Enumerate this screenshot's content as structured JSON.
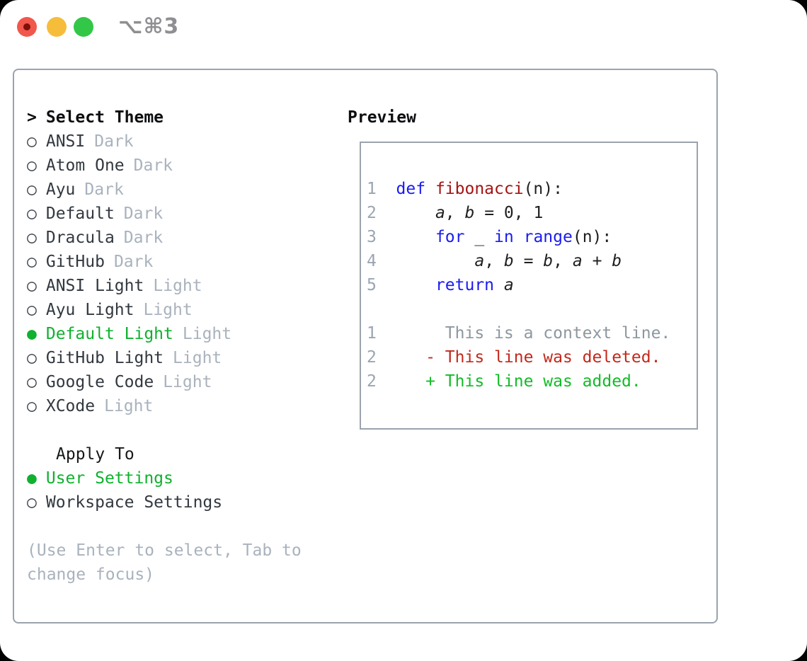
{
  "window": {
    "title": "⌥⌘3",
    "traffic_lights": {
      "close_color": "#F2574B",
      "close_dot_color": "#7E100B",
      "minimize_color": "#F6BD3B",
      "zoom_color": "#33C748"
    }
  },
  "theme_list": {
    "pointer": ">",
    "title": "Select Theme",
    "items": [
      {
        "bullet": "○",
        "name": "ANSI",
        "tag": "Dark",
        "selected": false,
        "row_class": "trow"
      },
      {
        "bullet": "○",
        "name": "Atom One",
        "tag": "Dark",
        "selected": false,
        "row_class": "trow"
      },
      {
        "bullet": "○",
        "name": "Ayu",
        "tag": "Dark",
        "selected": false,
        "row_class": "trow"
      },
      {
        "bullet": "○",
        "name": "Default",
        "tag": "Dark",
        "selected": false,
        "row_class": "trow"
      },
      {
        "bullet": "○",
        "name": "Dracula",
        "tag": "Dark",
        "selected": false,
        "row_class": "trow"
      },
      {
        "bullet": "○",
        "name": "GitHub",
        "tag": "Dark",
        "selected": false,
        "row_class": "trow"
      },
      {
        "bullet": "○",
        "name": "ANSI Light",
        "tag": "Light",
        "selected": false,
        "row_class": "trow"
      },
      {
        "bullet": "○",
        "name": "Ayu Light",
        "tag": "Light",
        "selected": false,
        "row_class": "trow"
      },
      {
        "bullet": "●",
        "name": "Default Light",
        "tag": "Light",
        "selected": true,
        "row_class": "trow sel"
      },
      {
        "bullet": "○",
        "name": "GitHub Light",
        "tag": "Light",
        "selected": false,
        "row_class": "trow"
      },
      {
        "bullet": "○",
        "name": "Google Code",
        "tag": "Light",
        "selected": false,
        "row_class": "trow"
      },
      {
        "bullet": "○",
        "name": "XCode",
        "tag": "Light",
        "selected": false,
        "row_class": "trow"
      }
    ]
  },
  "apply_to": {
    "title": "Apply To",
    "options": [
      {
        "bullet": "●",
        "name": "User Settings",
        "selected": true,
        "row_class": "trow sel"
      },
      {
        "bullet": "○",
        "name": "Workspace Settings",
        "selected": false,
        "row_class": "trow"
      }
    ]
  },
  "hint": {
    "line1": "(Use Enter to select, Tab to",
    "line2": "change focus)"
  },
  "preview": {
    "title": "Preview",
    "lines": [
      {
        "segs": [
          {
            "t": "1  "
          },
          {
            "t": "def "
          },
          {
            "t": "fibonacci"
          },
          {
            "t": "(n):"
          }
        ]
      },
      {
        "segs": [
          {
            "t": "2  "
          },
          {
            "t": "    "
          },
          {
            "t": "a"
          },
          {
            "t": ", "
          },
          {
            "t": "b"
          },
          {
            "t": " = 0, 1"
          }
        ]
      },
      {
        "segs": [
          {
            "t": "3  "
          },
          {
            "t": "    "
          },
          {
            "t": "for"
          },
          {
            "t": " _ "
          },
          {
            "t": "in"
          },
          {
            "t": " "
          },
          {
            "t": "range"
          },
          {
            "t": "(n):"
          }
        ]
      },
      {
        "segs": [
          {
            "t": "4  "
          },
          {
            "t": "        "
          },
          {
            "t": "a"
          },
          {
            "t": ", "
          },
          {
            "t": "b"
          },
          {
            "t": " = "
          },
          {
            "t": "b"
          },
          {
            "t": ", "
          },
          {
            "t": "a"
          },
          {
            "t": " + "
          },
          {
            "t": "b"
          }
        ]
      },
      {
        "segs": [
          {
            "t": "5  "
          },
          {
            "t": "    "
          },
          {
            "t": "return "
          },
          {
            "t": "a"
          }
        ]
      },
      {
        "segs": [
          {
            "t": "1"
          },
          {
            "t": "       "
          },
          {
            "t": "This is a context line."
          }
        ]
      },
      {
        "segs": [
          {
            "t": "2"
          },
          {
            "t": "     "
          },
          {
            "t": "- This line was deleted."
          }
        ]
      },
      {
        "segs": [
          {
            "t": "2"
          },
          {
            "t": "     "
          },
          {
            "t": "+ This line was added."
          }
        ]
      }
    ]
  },
  "colors": {
    "selected_green": "#0FB12E",
    "added_green": "#12BC27",
    "deleted_red": "#C2291C",
    "keyword_blue": "#1B1BEF",
    "function_red": "#A31515",
    "muted_gray": "#A9B2BD",
    "line_number_gray": "#9AA5B1",
    "context_gray": "#8E979F",
    "border_gray": "#9AA3AE"
  }
}
